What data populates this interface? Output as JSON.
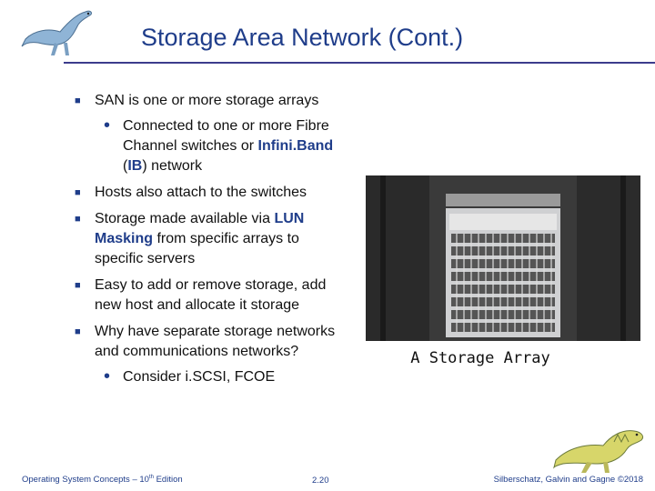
{
  "slide": {
    "title": "Storage Area Network (Cont.)",
    "bullets": [
      {
        "text": "SAN is one or more storage arrays",
        "sub": [
          {
            "parts": [
              "Connected to one or more Fibre Channel switches or ",
              "Infini.Band",
              " (",
              "IB",
              ") network"
            ]
          }
        ]
      },
      {
        "text": "Hosts also attach to the switches"
      },
      {
        "parts": [
          "Storage made available via ",
          "LUN Masking",
          " from specific arrays to specific servers"
        ]
      },
      {
        "text": "Easy to add or remove storage, add new host and allocate it storage"
      },
      {
        "text": "Why have separate storage networks and communications networks?",
        "sub": [
          {
            "text": "Consider i.SCSI, FCOE"
          }
        ]
      }
    ],
    "image_caption": "A Storage Array",
    "bullet_icon": "square-bullet",
    "sub_bullet_icon": "round-bullet",
    "accent_color": "#1f3d8a"
  },
  "footer": {
    "left_prefix": "Operating System Concepts – 10",
    "left_sup": "th",
    "left_suffix": " Edition",
    "page": "2.20",
    "right": "Silberschatz, Galvin and Gagne ©2018"
  }
}
